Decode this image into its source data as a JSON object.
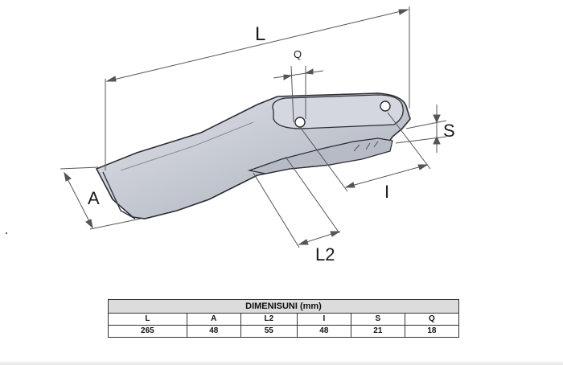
{
  "diagram": {
    "labels": {
      "L": "L",
      "Q": "Q",
      "S": "S",
      "A": "A",
      "I": "I",
      "L2": "L2"
    }
  },
  "table": {
    "title": "DIMENISUNI (mm)",
    "headers": [
      "L",
      "A",
      "L2",
      "I",
      "S",
      "Q"
    ],
    "values": [
      "265",
      "48",
      "55",
      "48",
      "21",
      "18"
    ]
  },
  "colors": {
    "part_fill": "#c6cad4",
    "part_stroke": "#2b2d33",
    "dimension_line": "#555555",
    "header_bg": "#dcdcdc"
  }
}
